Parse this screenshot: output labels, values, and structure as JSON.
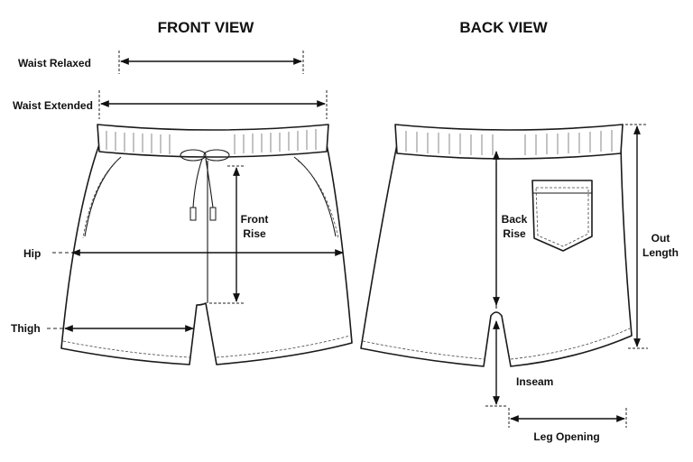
{
  "titles": {
    "front": "FRONT VIEW",
    "back": "BACK VIEW"
  },
  "labels": {
    "waist_relaxed": "Waist Relaxed",
    "waist_extended": "Waist Extended",
    "hip": "Hip",
    "thigh": "Thigh",
    "front_rise_1": "Front",
    "front_rise_2": "Rise",
    "back_rise_1": "Back",
    "back_rise_2": "Rise",
    "out_length_1": "Out",
    "out_length_2": "Length",
    "inseam": "Inseam",
    "leg_opening": "Leg Opening"
  }
}
